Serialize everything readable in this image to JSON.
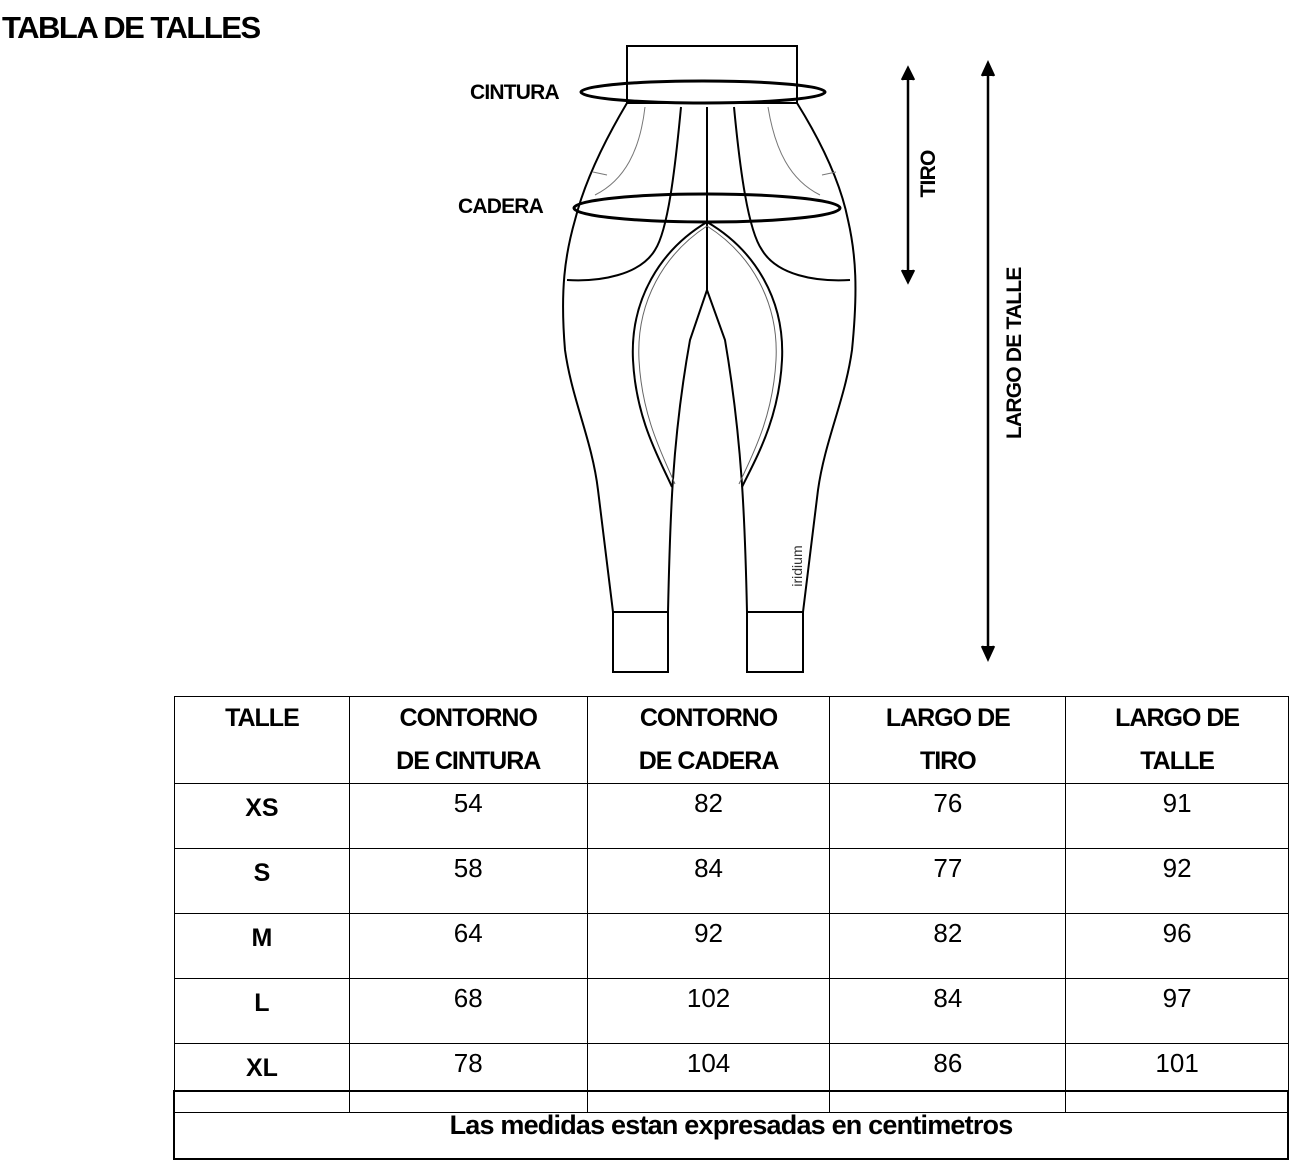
{
  "title": "TABLA DE TALLES",
  "diagram": {
    "labels": {
      "waist": "CINTURA",
      "hip": "CADERA",
      "rise": "TIRO",
      "length": "LARGO DE TALLE"
    },
    "brand_mark": "iridium"
  },
  "table": {
    "headers": [
      {
        "line1": "TALLE",
        "line2": ""
      },
      {
        "line1": "CONTORNO",
        "line2": "DE CINTURA"
      },
      {
        "line1": "CONTORNO",
        "line2": "DE CADERA"
      },
      {
        "line1": "LARGO DE",
        "line2": "TIRO"
      },
      {
        "line1": "LARGO DE",
        "line2": "TALLE"
      }
    ],
    "rows": [
      [
        "XS",
        "54",
        "82",
        "76",
        "91"
      ],
      [
        "S",
        "58",
        "84",
        "77",
        "92"
      ],
      [
        "M",
        "64",
        "92",
        "82",
        "96"
      ],
      [
        "L",
        "68",
        "102",
        "84",
        "97"
      ],
      [
        "XL",
        "78",
        "104",
        "86",
        "101"
      ]
    ]
  },
  "note": "Las medidas estan expresadas en centimetros"
}
